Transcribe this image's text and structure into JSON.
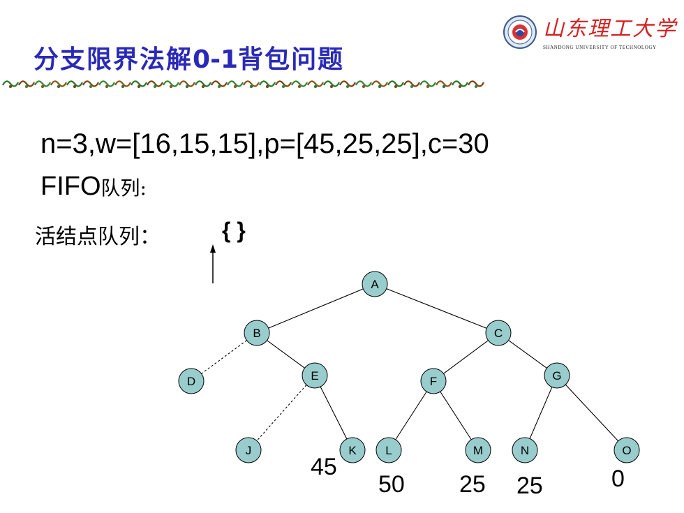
{
  "header": {
    "title_pre": "分支限界法解",
    "title_ascii": "0-1",
    "title_post": "背包问题"
  },
  "logo": {
    "name": "山东理工大学",
    "subtitle": "SHANDONG UNIVERSITY OF TECHNOLOGY"
  },
  "content": {
    "line1": "n=3,w=[16,15,15],p=[45,25,25],c=30",
    "line2_prefix": "FIFO",
    "line2_cjk": "队列:",
    "line3": "活结点队列：",
    "queue": "{ }"
  },
  "tree": {
    "node_fill": "#99cccc",
    "nodes": [
      {
        "id": "A",
        "label": "A"
      },
      {
        "id": "B",
        "label": "B"
      },
      {
        "id": "C",
        "label": "C"
      },
      {
        "id": "D",
        "label": "D"
      },
      {
        "id": "E",
        "label": "E"
      },
      {
        "id": "F",
        "label": "F"
      },
      {
        "id": "G",
        "label": "G"
      },
      {
        "id": "J",
        "label": "J"
      },
      {
        "id": "K",
        "label": "K"
      },
      {
        "id": "L",
        "label": "L"
      },
      {
        "id": "M",
        "label": "M"
      },
      {
        "id": "N",
        "label": "N"
      },
      {
        "id": "O",
        "label": "O"
      }
    ],
    "edges": [
      {
        "from": "A",
        "to": "B",
        "dashed": false
      },
      {
        "from": "A",
        "to": "C",
        "dashed": false
      },
      {
        "from": "B",
        "to": "D",
        "dashed": true
      },
      {
        "from": "B",
        "to": "E",
        "dashed": false
      },
      {
        "from": "E",
        "to": "J",
        "dashed": true
      },
      {
        "from": "E",
        "to": "K",
        "dashed": false
      },
      {
        "from": "C",
        "to": "F",
        "dashed": false
      },
      {
        "from": "C",
        "to": "G",
        "dashed": false
      },
      {
        "from": "F",
        "to": "L",
        "dashed": false
      },
      {
        "from": "F",
        "to": "M",
        "dashed": false
      },
      {
        "from": "G",
        "to": "N",
        "dashed": false
      },
      {
        "from": "G",
        "to": "O",
        "dashed": false
      }
    ],
    "values": [
      {
        "node": "K",
        "text": "45"
      },
      {
        "node": "L",
        "text": "50"
      },
      {
        "node": "M",
        "text": "25"
      },
      {
        "node": "N",
        "text": "25"
      },
      {
        "node": "O",
        "text": "0"
      }
    ]
  }
}
